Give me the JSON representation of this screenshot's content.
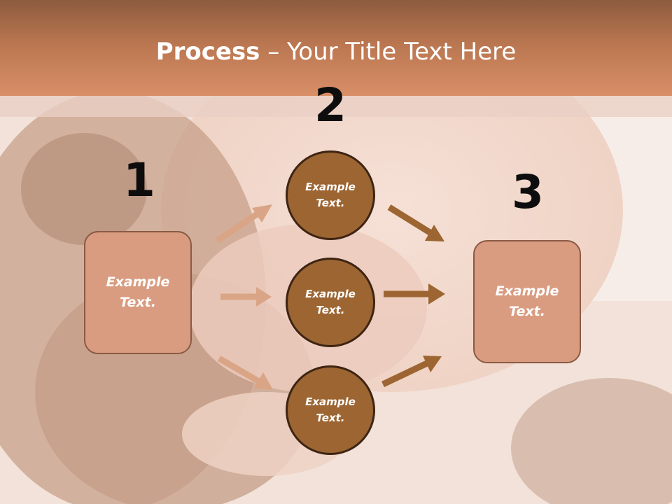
{
  "title": {
    "bold": "Process",
    "rest": " – Your Title Text Here"
  },
  "steps": [
    {
      "number": "1"
    },
    {
      "number": "2"
    },
    {
      "number": "3"
    }
  ],
  "left_box": {
    "text": "Example\nText."
  },
  "circles": [
    {
      "text": "Example\nText."
    },
    {
      "text": "Example\nText."
    },
    {
      "text": "Example\nText."
    }
  ],
  "right_box": {
    "text": "Example\nText."
  },
  "colors": {
    "header": "#c37f5a",
    "box_fill": "#d99c80",
    "circle_fill": "#9c6532",
    "arrow_light": "#d9a586",
    "arrow_dark": "#9c6532"
  }
}
